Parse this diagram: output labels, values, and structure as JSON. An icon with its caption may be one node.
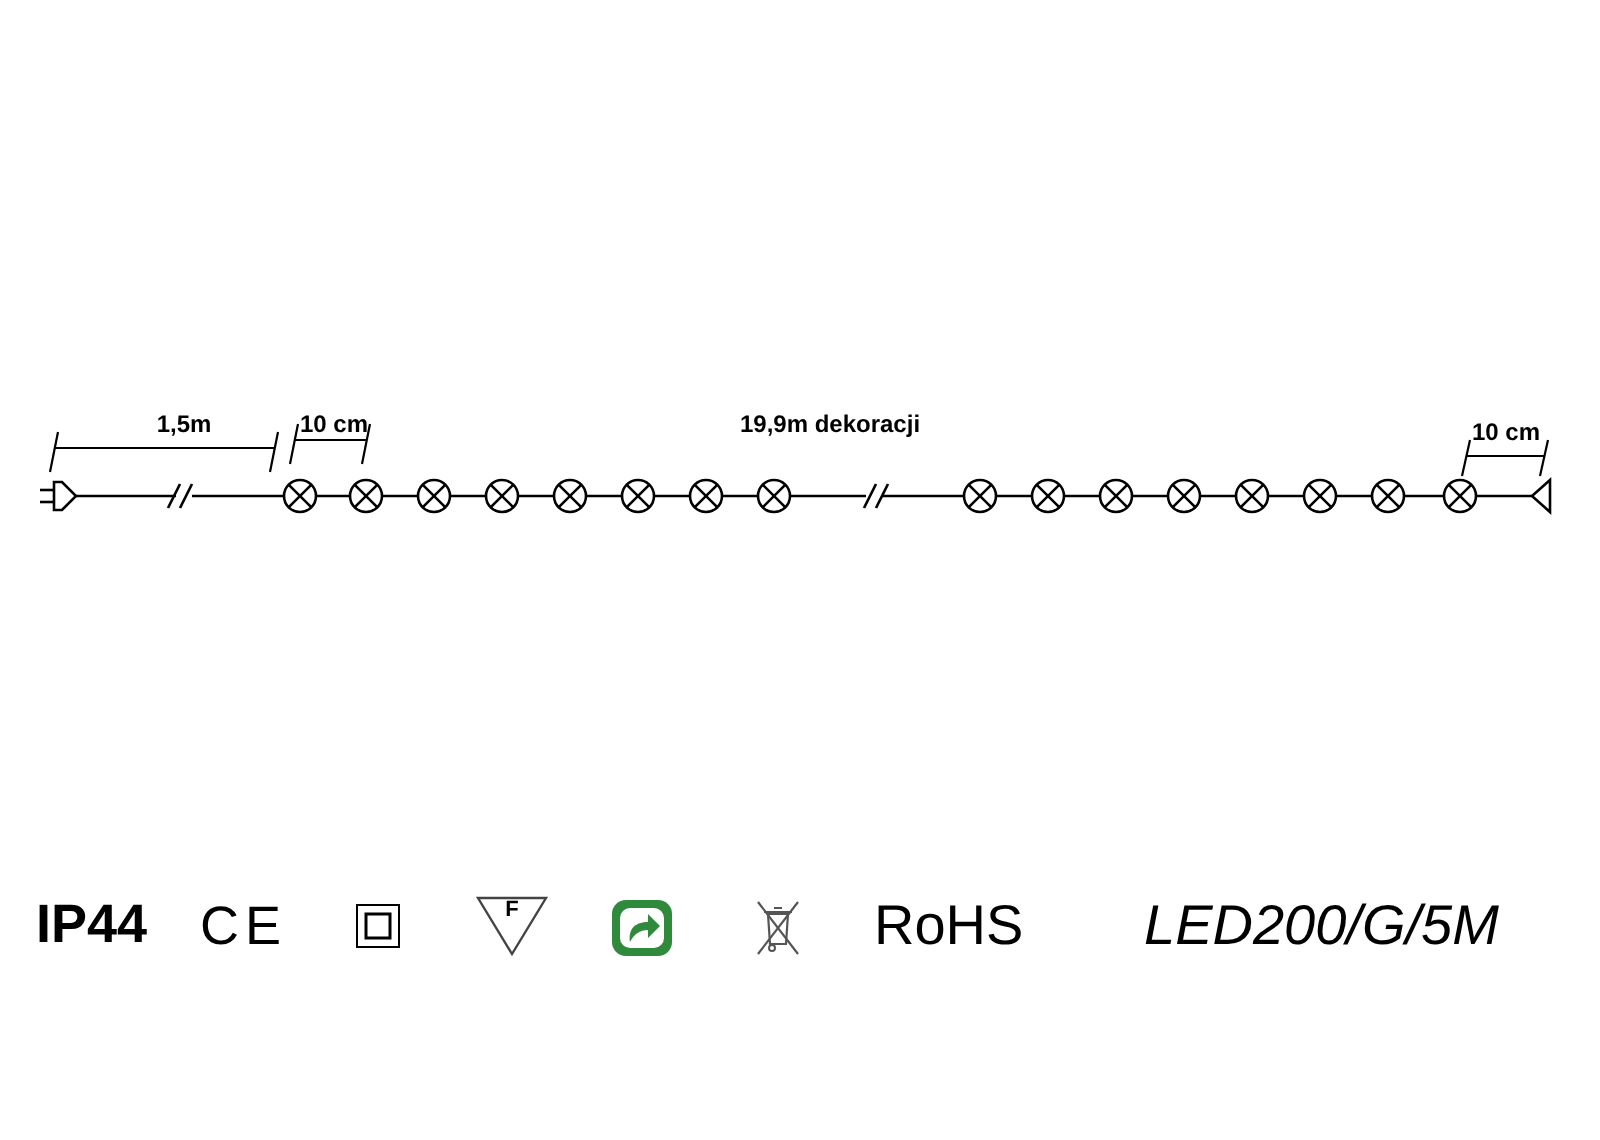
{
  "diagram": {
    "labels": [
      "1,5m",
      "10 cm",
      "19,9m dekoracji",
      "10 cm",
      "IP44",
      "CE",
      "F",
      "RoHS",
      "LED200/G/5M"
    ]
  }
}
